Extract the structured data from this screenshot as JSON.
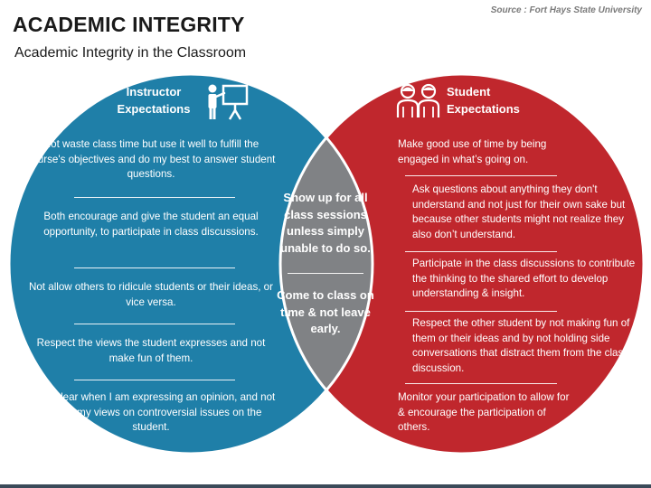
{
  "header": {
    "title": "ACADEMIC INTEGRITY",
    "subtitle": "Academic Integrity in the Classroom",
    "source": "Source : Fort Hays State University"
  },
  "colors": {
    "instructor": "#1f7fa8",
    "student": "#c0272d",
    "overlap": "#808285",
    "text": "#ffffff"
  },
  "instructor": {
    "title_line1": "Instructor",
    "title_line2": "Expectations",
    "icon": "teacher-at-board-icon",
    "items": [
      "Not waste class time but use it well to fulfill the course's objectives and do my best to answer student questions.",
      "Both encourage and give the student an equal opportunity, to participate in class discussions.",
      "Not allow others to ridicule students or their ideas, or vice versa.",
      "Respect the views the student expresses and not make fun of them.",
      "Make clear when I am expressing an opinion, and not impose my views on controversial issues on the student."
    ]
  },
  "student": {
    "title_line1": "Student",
    "title_line2": "Expectations",
    "icon": "students-icon",
    "items": [
      "Make good use of time by being engaged in what’s going on.",
      "Ask questions about anything they don't understand and not just for their own sake but because other students might not realize they also don’t understand.",
      "Participate in the class discussions to contribute the thinking to the shared effort to develop understanding & insight.",
      "Respect the other student by not making fun of them or their ideas and by not holding side conversations that distract them from the class discussion.",
      "Monitor your participation to allow for & encourage the participation of others."
    ]
  },
  "shared": {
    "items": [
      "Show up for all class sessions unless simply unable to do so.",
      "Come to class on time & not leave early."
    ]
  }
}
